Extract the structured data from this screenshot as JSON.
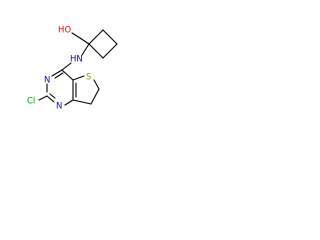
{
  "molecule": {
    "atoms": {
      "hydroxyl": "HO",
      "amine": "HN",
      "sulfur": "S",
      "nitrogen_top": "N",
      "nitrogen_bottom": "N",
      "chlorine": "Cl"
    },
    "colors": {
      "bond": "#000000",
      "carbon_text": "#000000",
      "oxygen": "#ff0000",
      "nitrogen": "#0000ff",
      "sulfur": "#999900",
      "chlorine": "#00aa00"
    }
  }
}
